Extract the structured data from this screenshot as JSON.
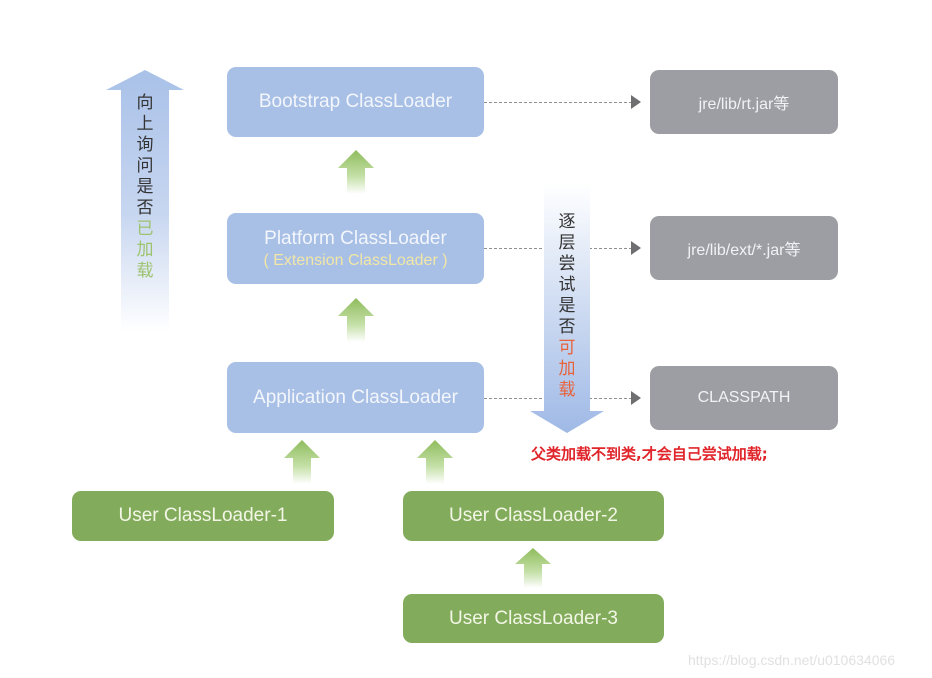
{
  "left_arrow": {
    "label_chars": [
      "向",
      "上",
      "询",
      "问",
      "是",
      "否",
      "已",
      "加",
      "载"
    ],
    "highlight_from": 6,
    "text_color": "#333333",
    "highlight_color": "#9ec36e"
  },
  "right_arrow": {
    "label_chars": [
      "逐",
      "层",
      "尝",
      "试",
      "是",
      "否",
      "可",
      "加",
      "载"
    ],
    "highlight_from": 6,
    "text_color": "#333333",
    "highlight_color": "#e8623a"
  },
  "loaders": {
    "bootstrap": {
      "label": "Bootstrap ClassLoader"
    },
    "platform": {
      "label": "Platform ClassLoader",
      "sublabel": "( Extension ClassLoader )"
    },
    "application": {
      "label": "Application ClassLoader"
    },
    "user1": {
      "label": "User ClassLoader-1"
    },
    "user2": {
      "label": "User ClassLoader-2"
    },
    "user3": {
      "label": "User ClassLoader-3"
    }
  },
  "paths": {
    "bootstrap": "jre/lib/rt.jar等",
    "platform": "jre/lib/ext/*.jar等",
    "application": "CLASSPATH"
  },
  "note": "父类加载不到类,才会自己尝试加载;",
  "watermark": "https://blog.csdn.net/u010634066",
  "colors": {
    "loader_blue": "#a8bfe6",
    "path_gray": "#9d9ea3",
    "user_green": "#82ac5c",
    "arrow_green": "#9ec36e",
    "note_red": "#e0252b"
  }
}
